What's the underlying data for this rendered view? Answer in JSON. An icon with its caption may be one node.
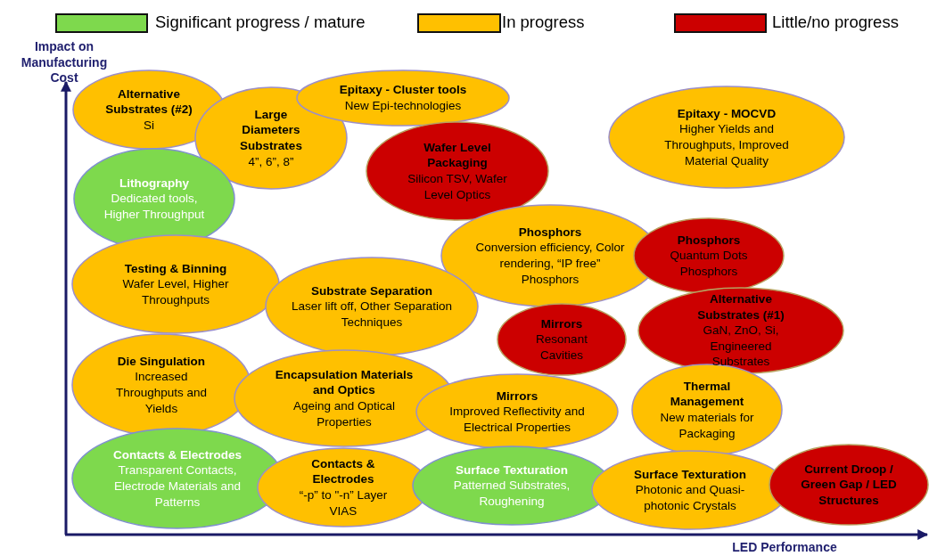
{
  "diagram": {
    "nodes": [
      {
        "text": [
          "Alternative Substrates (#2)",
          "Si"
        ]
      },
      {
        "text": [
          "Large Diameters Substrates",
          "4”, 6”, 8”"
        ]
      },
      {
        "text": [
          "Epitaxy - Cluster tools",
          "New Epi-technologies"
        ]
      },
      {
        "text": [
          "Epitaxy - MOCVD",
          "Higher Yields and Throughputs, Improved Material Quality"
        ]
      },
      {
        "text": [
          "Lithography",
          "Dedicated tools, Higher Throughput"
        ]
      },
      {
        "text": [
          "Wafer Level Packaging",
          "Silicon TSV, Wafer Level Optics"
        ]
      },
      {
        "text": [
          "Phosphors",
          "Conversion efficiency, Color rendering, “IP free” Phosphors"
        ]
      },
      {
        "text": [
          "Phosphors",
          "Quantum Dots Phosphors"
        ]
      },
      {
        "text": [
          "Testing & Binning",
          "Wafer Level, Higher Throughputs"
        ]
      },
      {
        "text": [
          "Substrate Separation",
          "Laser lift off, Other Separation Techniques"
        ]
      },
      {
        "text": [
          "Mirrors",
          "Resonant Cavities"
        ]
      },
      {
        "text": [
          "Alternative Substrates (#1)",
          "GaN, ZnO, Si, Engineered Substrates"
        ]
      },
      {
        "text": [
          "Die Singulation",
          "Increased Throughputs and Yields"
        ]
      },
      {
        "text": [
          "Encapsulation Materials and Optics",
          "Ageing and Optical Properties"
        ]
      },
      {
        "text": [
          "Mirrors",
          "Improved Reflectivity and Electrical Properties"
        ]
      },
      {
        "text": [
          "Thermal Management",
          "New materials for Packaging"
        ]
      },
      {
        "text": [
          "Contacts & Electrodes",
          "Transparent Contacts, Electrode Materials and Patterns"
        ]
      },
      {
        "text": [
          "Contacts & Electrodes",
          "“-p” to \"-n” Layer VIAS"
        ]
      },
      {
        "text": [
          "Surface Texturation",
          "Patterned Substrates, Roughening"
        ]
      },
      {
        "text": [
          "Surface Texturation",
          "Photonic and Quasi-photonic Crystals"
        ]
      },
      {
        "text": [
          "Current Droop / Green Gap / LED Structures"
        ]
      }
    ],
    "labels": [
      "Impact on Manufacturing Cost",
      "LED Performance"
    ],
    "legend": [
      {
        "text": "Significant progress / mature",
        "color": "#7ed94d"
      },
      {
        "text": "In progress",
        "color": "#ffc000"
      },
      {
        "text": "Little/no progress",
        "color": "#cc0000"
      }
    ]
  }
}
